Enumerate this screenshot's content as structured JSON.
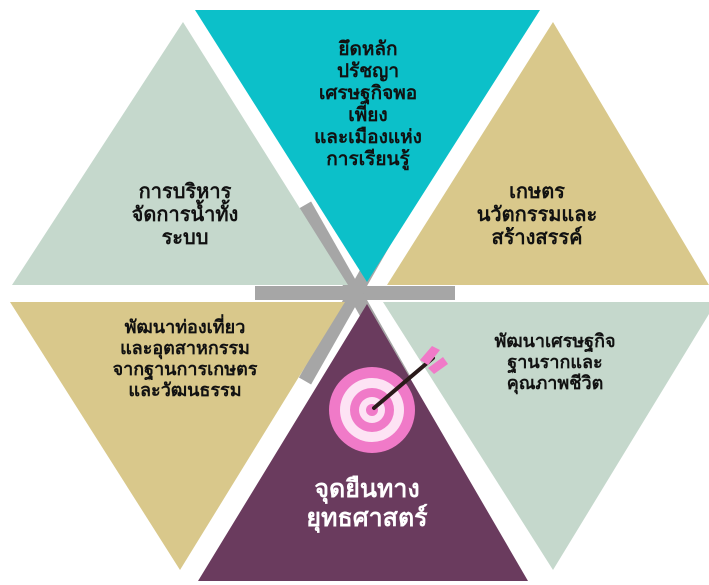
{
  "colors": {
    "teal": "#0cc0c9",
    "sage": "#c5d8cc",
    "sand": "#d9c88b",
    "plum": "#6a3b5e",
    "hub": "#a6a6a6",
    "text": "#111111",
    "center_text": "#ffffff",
    "target_ring": "#f07ac8",
    "target_light": "#fde3f4"
  },
  "center": {
    "label": "จุดยืนทาง\nยุทธศาสตร์",
    "icon": "target-icon"
  },
  "segments": {
    "top": "ยึดหลัก\nปรัชญา\nเศรษฐกิจพอ\nเพียง\nและเมืองแห่ง\nการเรียนรู้",
    "upper_left": "การบริหาร\nจัดการน้ำทั้ง\nระบบ",
    "upper_right": "เกษตร\nนวัตกรรมและ\nสร้างสรรค์",
    "lower_left": "พัฒนาท่องเที่ยว\nและอุตสาหกรรม\nจากฐานการเกษตร\nและวัฒนธรรม",
    "lower_right": "พัฒนาเศรษฐกิจ\nฐานรากและ\nคุณภาพชีวิต"
  }
}
